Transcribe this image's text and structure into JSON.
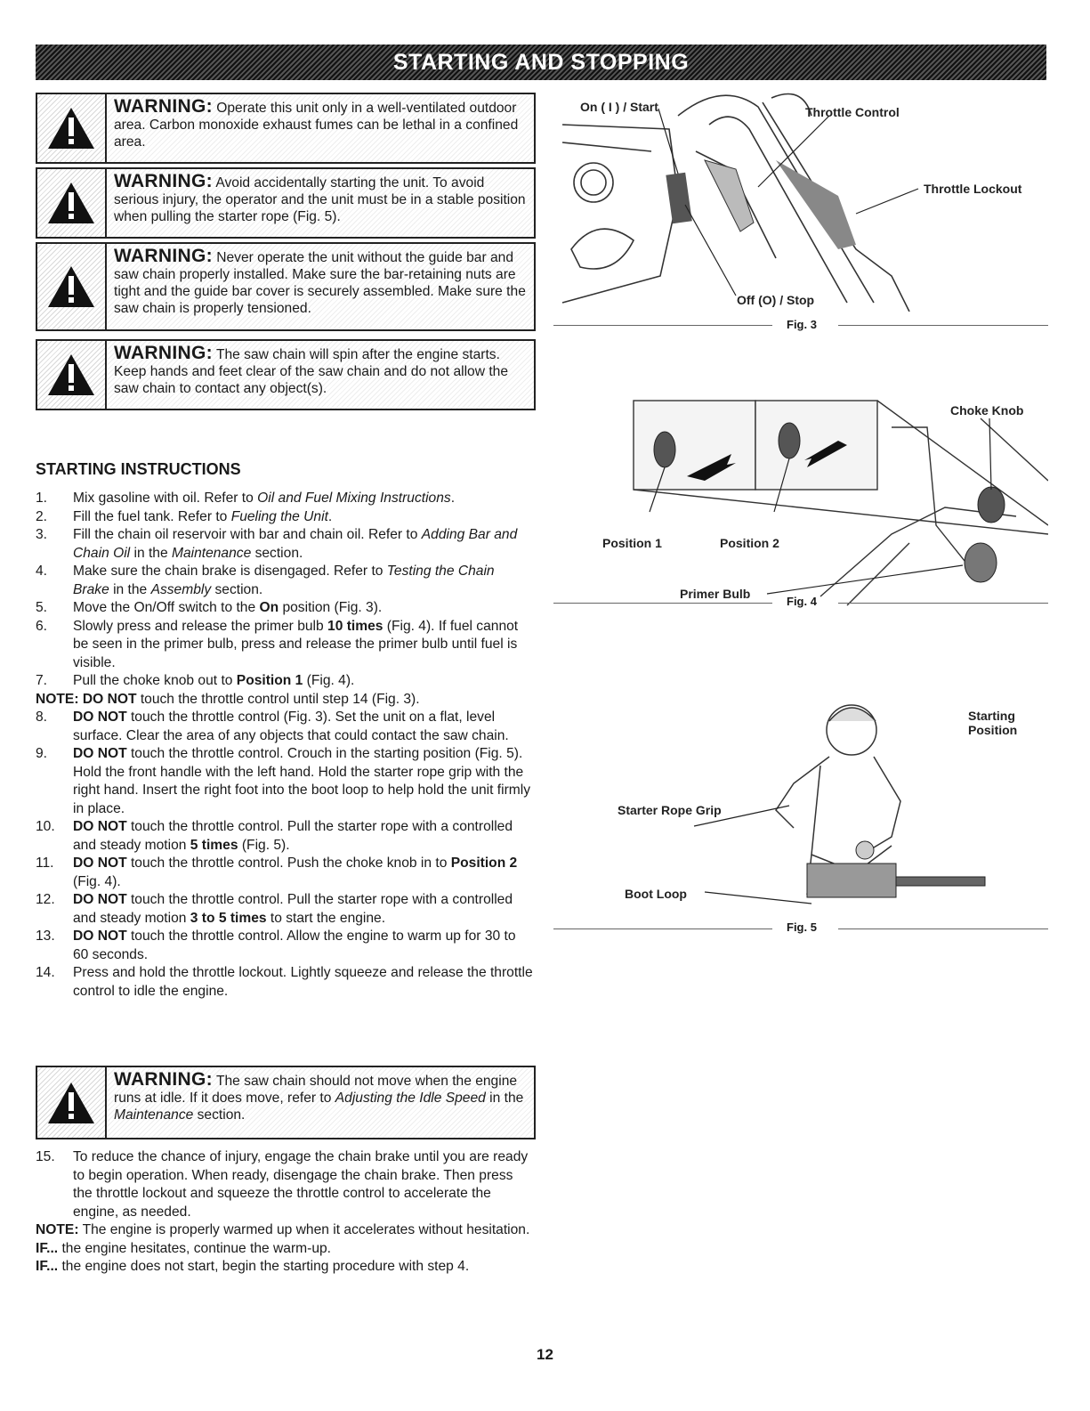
{
  "header": {
    "title": "STARTING AND STOPPING"
  },
  "warnings": [
    {
      "label": "WARNING:",
      "text": "Operate this unit only in a well-ventilated outdoor area. Carbon monoxide exhaust fumes can be lethal in a confined area."
    },
    {
      "label": "WARNING:",
      "text": "Avoid accidentally starting the unit. To avoid serious injury, the operator and the unit must be in a stable position when pulling the starter rope (Fig. 5)."
    },
    {
      "label": "WARNING:",
      "text": "Never operate the unit without the guide bar and saw chain properly installed. Make sure the bar-retaining nuts are tight and the guide bar cover is securely assembled. Make sure the saw chain is properly tensioned."
    },
    {
      "label": "WARNING:",
      "text": "The saw chain will spin after the engine starts. Keep hands and feet clear of the saw chain and do not allow the saw chain to contact any object(s)."
    },
    {
      "label": "WARNING:",
      "text_a": "The saw chain should not move when the engine runs at idle. If it does move, refer to ",
      "text_i1": "Adjusting the Idle Speed",
      "text_b": " in the ",
      "text_i2": "Maintenance",
      "text_c": " section."
    }
  ],
  "instructions": {
    "title": "STARTING INSTRUCTIONS",
    "s1": {
      "n": "1.",
      "a": "Mix gasoline with oil. Refer to ",
      "i": "Oil and Fuel Mixing Instructions",
      "b": "."
    },
    "s2": {
      "n": "2.",
      "a": "Fill the fuel tank. Refer to ",
      "i": "Fueling the Unit",
      "b": "."
    },
    "s3": {
      "n": "3.",
      "a": "Fill the chain oil reservoir with bar and chain oil. Refer to ",
      "i": "Adding Bar and Chain Oil",
      "b": " in the ",
      "i2": "Maintenance",
      "c": " section."
    },
    "s4": {
      "n": "4.",
      "a": "Make sure the chain brake is disengaged. Refer to ",
      "i": "Testing the Chain Brake",
      "b": " in the ",
      "i2": "Assembly",
      "c": " section."
    },
    "s5": {
      "n": "5.",
      "a": "Move the On/Off switch to the ",
      "bold": "On",
      "b": " position (Fig. 3)."
    },
    "s6": {
      "n": "6.",
      "a": "Slowly press and release the primer bulb ",
      "bold": "10 times",
      "b": " (Fig. 4). If fuel cannot be seen in the primer bulb, press and release the primer bulb until fuel is visible."
    },
    "s7": {
      "n": "7.",
      "a": "Pull the choke knob out to ",
      "bold": "Position 1",
      "b": " (Fig. 4)."
    },
    "note1": {
      "label": "NOTE: DO NOT",
      "text": " touch the throttle control until step 14 (Fig. 3)."
    },
    "s8": {
      "n": "8.",
      "bold": "DO NOT",
      "b": " touch the throttle control (Fig. 3). Set the unit on a flat, level surface. Clear the area of any objects that could contact the saw chain."
    },
    "s9": {
      "n": "9.",
      "bold": "DO NOT",
      "b": " touch the throttle control. Crouch in the starting position (Fig. 5). Hold the front handle with the left hand. Hold the starter rope grip with the right hand. Insert the right foot into the boot loop to help hold the unit firmly in place."
    },
    "s10": {
      "n": "10.",
      "bold": "DO NOT",
      "b": " touch the throttle control. Pull the starter rope with a controlled and steady motion ",
      "bold2": "5 times",
      "c": " (Fig. 5)."
    },
    "s11": {
      "n": "11.",
      "bold": "DO NOT",
      "b": " touch the throttle control. Push the choke knob in to ",
      "bold2": "Position 2",
      "c": " (Fig. 4)."
    },
    "s12": {
      "n": "12.",
      "bold": "DO NOT",
      "b": " touch the throttle control. Pull the starter rope with a controlled and steady motion ",
      "bold2": "3 to 5 times",
      "c": " to start the engine."
    },
    "s13": {
      "n": "13.",
      "bold": "DO NOT",
      "b": " touch the throttle control. Allow the engine to warm up for 30 to 60 seconds."
    },
    "s14": {
      "n": "14.",
      "a": "Press and hold the throttle lockout. Lightly squeeze and release the throttle control to idle the engine."
    },
    "s15": {
      "n": "15.",
      "a": "To reduce the chance of injury, engage the chain brake until you are ready to begin operation. When ready, disengage the chain brake. Then press the throttle lockout and squeeze the throttle control to accelerate the engine, as needed."
    },
    "note2": {
      "label": "NOTE:",
      "text": " The engine is properly warmed up when it accelerates without hesitation."
    },
    "if1": {
      "label": "IF...",
      "text": " the engine hesitates, continue the warm-up."
    },
    "if2": {
      "label": "IF...",
      "text": " the engine does not start, begin the starting procedure with step 4."
    }
  },
  "fig3": {
    "caption": "Fig. 3",
    "on_start": "On ( I ) / Start",
    "throttle_control": "Throttle Control",
    "throttle_lockout": "Throttle Lockout",
    "off_stop": "Off (O) / Stop"
  },
  "fig4": {
    "caption": "Fig. 4",
    "choke_knob": "Choke Knob",
    "position1": "Position 1",
    "position2": "Position 2",
    "primer_bulb": "Primer Bulb"
  },
  "fig5": {
    "caption": "Fig. 5",
    "starting_position": "Starting Position",
    "starter_rope_grip": "Starter Rope Grip",
    "boot_loop": "Boot Loop"
  },
  "page_number": "12"
}
